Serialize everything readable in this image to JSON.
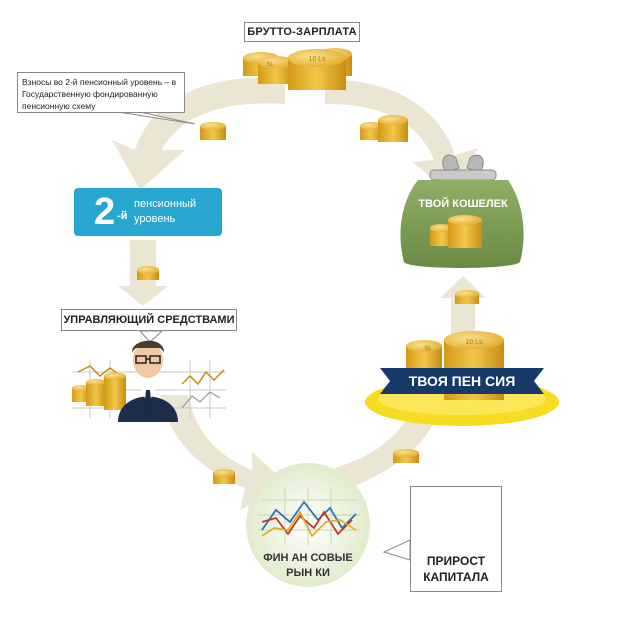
{
  "top_label": "БРУТТО-ЗАРПЛАТА",
  "contributions_note": "Взносы во 2-й пенсионный уровень – в Государственную фондированную пенсионную схему",
  "level_box": {
    "number": "2",
    "suffix": "-й",
    "line1": "пенсионный",
    "line2": "уровень"
  },
  "wallet_label": "ТВОЙ КОШЕЛЕК",
  "manager_label": "УПРАВЛЯЮЩИЙ СРЕДСТВАМИ",
  "pension_label": "ТВОЯ ПЕН СИЯ",
  "markets_label": {
    "line1": "ФИН АН СОВЫЕ",
    "line2": "РЫН КИ"
  },
  "growth_label": {
    "line1": "ПРИРОСТ",
    "line2": "КАПИТАЛА"
  },
  "coin_marks": {
    "a": "10 Ls",
    "b": "SL"
  },
  "colors": {
    "arrow": "#ebe6d3",
    "accent_blue": "#27a7cf",
    "gold": "#e3a81f",
    "gold_light": "#f6cf5a",
    "wallet_green": "#7a9a52",
    "ribbon": "#17396a",
    "chart_line_blue": "#2e74b5",
    "chart_line_red": "#c0392b"
  }
}
